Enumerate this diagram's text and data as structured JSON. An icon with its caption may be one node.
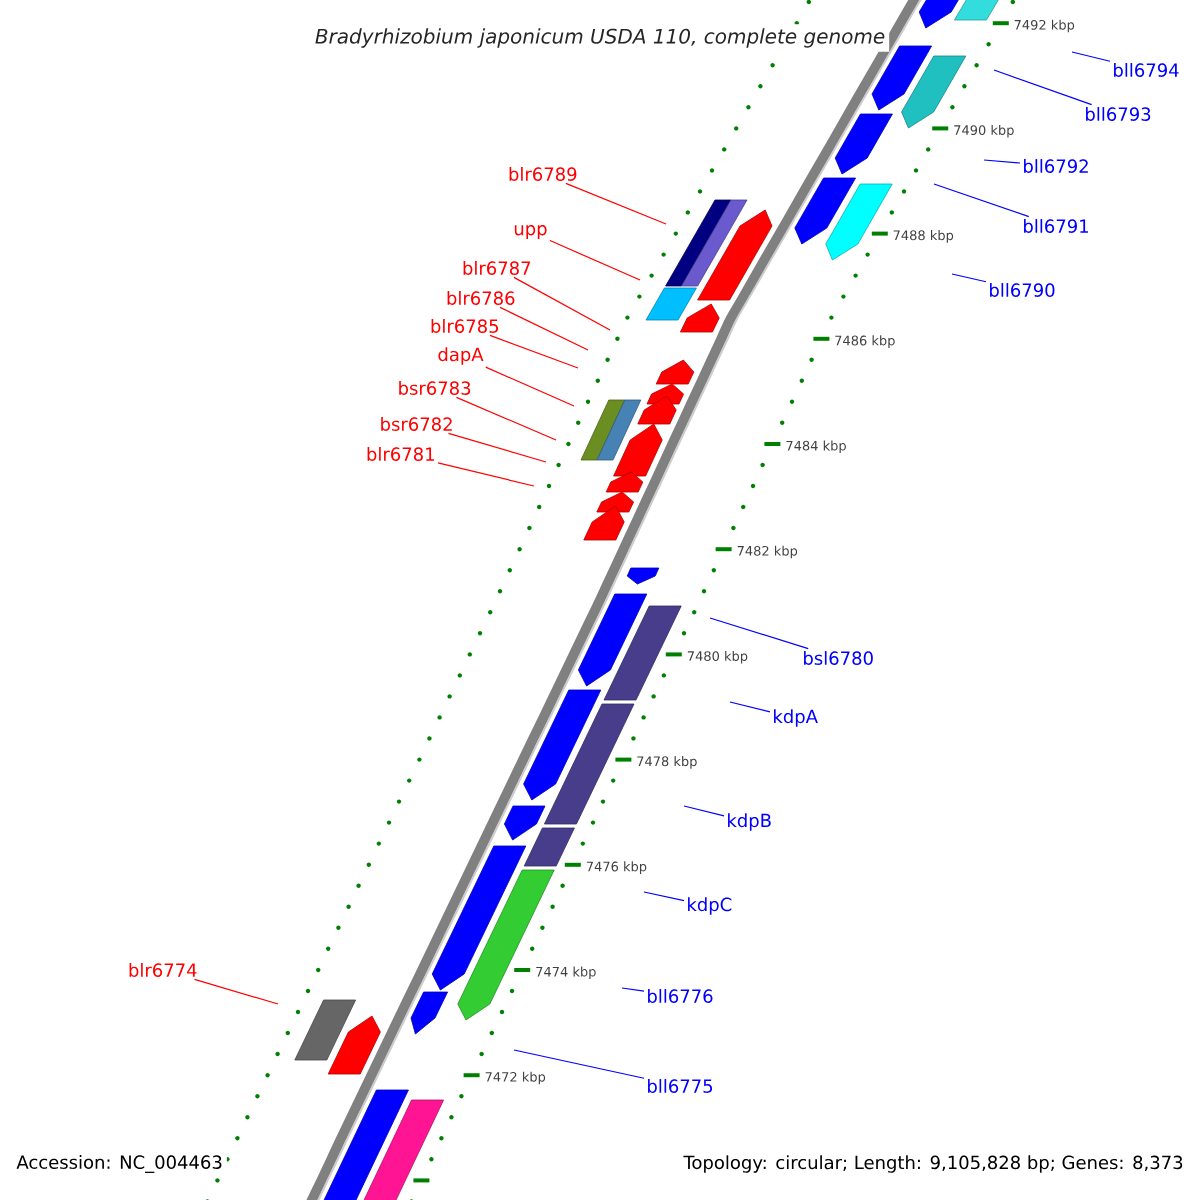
{
  "diagram": {
    "title": "Bradyrhizobium japonicum USDA 110, complete genome",
    "nodes": [
      {
        "text": [
          "bll6794"
        ]
      },
      {
        "text": [
          "bll6793"
        ]
      },
      {
        "text": [
          "bll6792"
        ]
      },
      {
        "text": [
          "blr6789"
        ]
      },
      {
        "text": [
          "bll6791"
        ]
      },
      {
        "text": [
          "upp"
        ]
      },
      {
        "text": [
          "blr6787"
        ]
      },
      {
        "text": [
          "bll6790"
        ]
      },
      {
        "text": [
          "blr6786"
        ]
      },
      {
        "text": [
          "blr6785"
        ]
      },
      {
        "text": [
          "dapA"
        ]
      },
      {
        "text": [
          "bsr6783"
        ]
      },
      {
        "text": [
          "bsr6782"
        ]
      },
      {
        "text": [
          "blr6781"
        ]
      },
      {
        "text": [
          "bsl6780"
        ]
      },
      {
        "text": [
          "kdpA"
        ]
      },
      {
        "text": [
          "kdpB"
        ]
      },
      {
        "text": [
          "kdpC"
        ]
      },
      {
        "text": [
          "blr6774"
        ]
      },
      {
        "text": [
          "bll6776"
        ]
      },
      {
        "text": [
          "bll6775"
        ]
      }
    ],
    "edges": [
      {
        "from": 0,
        "to": null,
        "arrow": "none"
      },
      {
        "from": 1,
        "to": null,
        "arrow": "none"
      },
      {
        "from": 2,
        "to": null,
        "arrow": "none"
      },
      {
        "from": 3,
        "to": null,
        "arrow": "none",
        "color": "#ff0000"
      },
      {
        "from": 4,
        "to": null,
        "arrow": "none"
      },
      {
        "from": 5,
        "to": null,
        "arrow": "none",
        "color": "#ff0000"
      },
      {
        "from": 6,
        "to": null,
        "arrow": "none",
        "color": "#ff0000"
      },
      {
        "from": 7,
        "to": null,
        "arrow": "none"
      },
      {
        "from": 8,
        "to": null,
        "arrow": "none",
        "color": "#ff0000"
      },
      {
        "from": 9,
        "to": null,
        "arrow": "none",
        "color": "#ff0000"
      },
      {
        "from": 10,
        "to": null,
        "arrow": "none",
        "color": "#ff0000"
      },
      {
        "from": 11,
        "to": null,
        "arrow": "none",
        "color": "#ff0000"
      },
      {
        "from": 12,
        "to": null,
        "arrow": "none",
        "color": "#ff0000"
      },
      {
        "from": 13,
        "to": null,
        "arrow": "none",
        "color": "#ff0000"
      },
      {
        "from": 14,
        "to": null,
        "arrow": "none"
      },
      {
        "from": 15,
        "to": null,
        "arrow": "none"
      },
      {
        "from": 16,
        "to": null,
        "arrow": "none"
      },
      {
        "from": 17,
        "to": null,
        "arrow": "none"
      },
      {
        "from": 18,
        "to": null,
        "arrow": "none",
        "color": "#ff0000"
      },
      {
        "from": 19,
        "to": null,
        "arrow": "none"
      },
      {
        "from": 20,
        "to": null,
        "arrow": "none"
      }
    ],
    "labels": [
      "7492 kbp",
      "7490 kbp",
      "7488 kbp",
      "7486 kbp",
      "7484 kbp",
      "7482 kbp",
      "7480 kbp",
      "7478 kbp",
      "7476 kbp",
      "7474 kbp",
      "7472 kbp",
      "Accession: NC_004463",
      "Topology: circular; Length: 9,105,828 bp; Genes: 8,373"
    ]
  }
}
